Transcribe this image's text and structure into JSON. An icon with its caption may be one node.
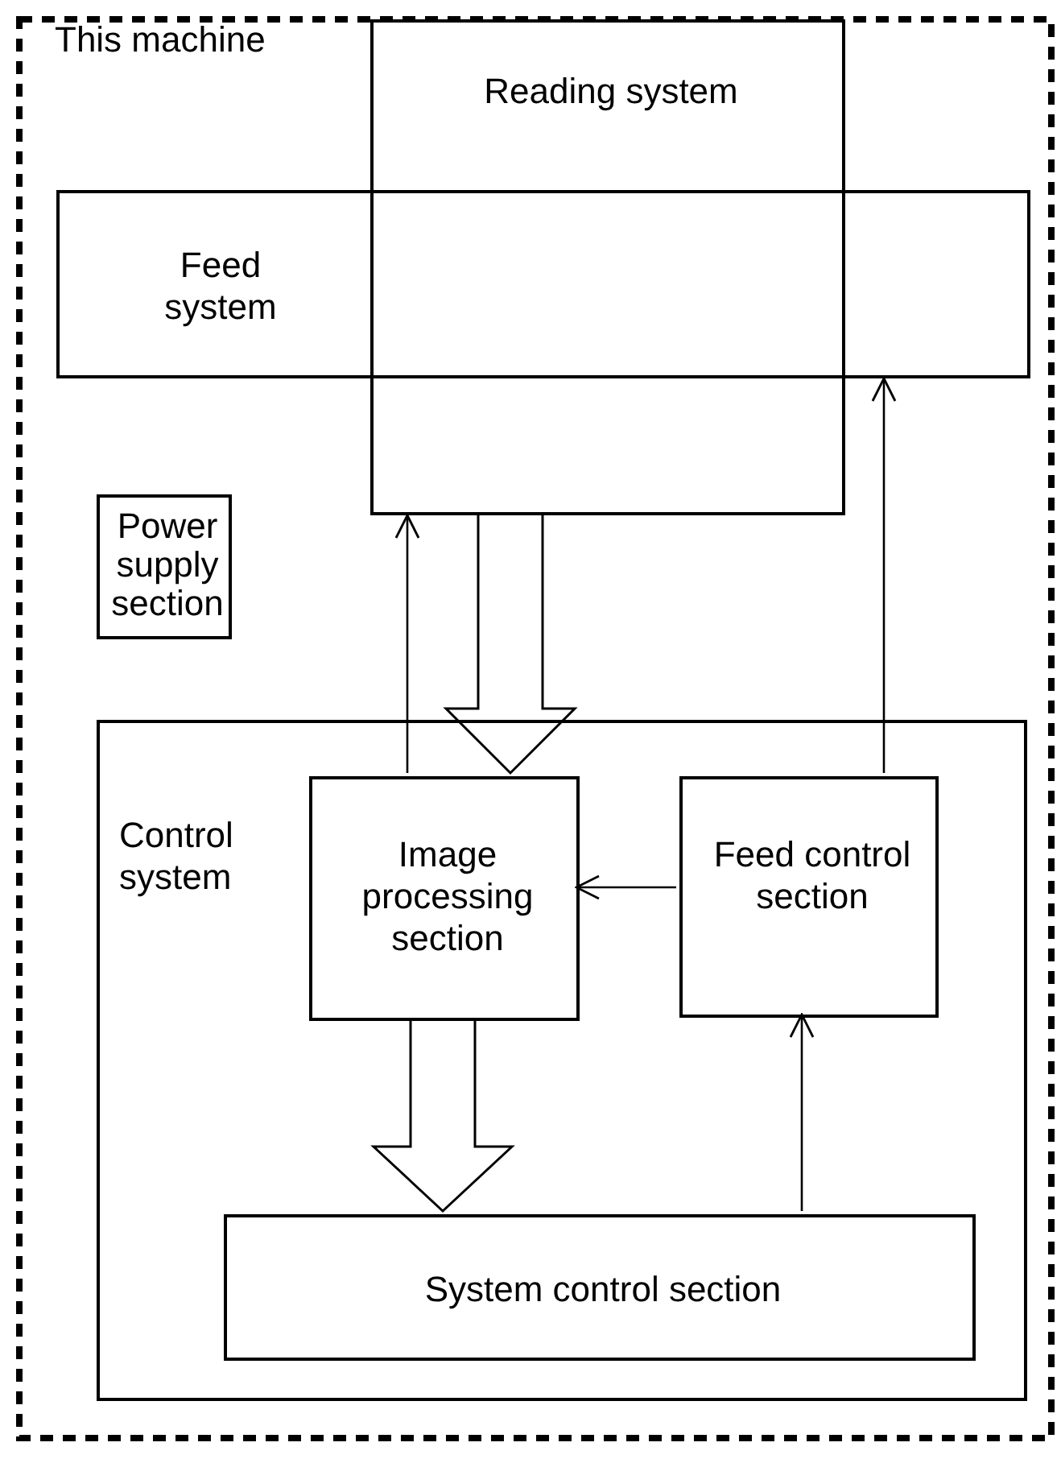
{
  "diagram": {
    "nodes": [
      {
        "text": [
          "This machine"
        ]
      },
      {
        "text": [
          "Reading system"
        ],
        "in": 0
      },
      {
        "text": [
          "Feed system"
        ],
        "in": 0
      },
      {
        "text": [
          "Power supply section"
        ],
        "in": 0
      },
      {
        "text": [
          "Control system"
        ],
        "in": 0
      },
      {
        "text": [
          "Image processing section"
        ],
        "in": 4
      },
      {
        "text": [
          "Feed control section"
        ],
        "in": 4
      },
      {
        "text": [
          "System control section"
        ],
        "in": 4
      }
    ],
    "edges": [
      {
        "from": 5,
        "to": 1,
        "arrow": "to"
      },
      {
        "from": 1,
        "to": 5,
        "arrow": "to",
        "style": "thick"
      },
      {
        "from": 6,
        "to": 2,
        "arrow": "to"
      },
      {
        "from": 6,
        "to": 5,
        "arrow": "to"
      },
      {
        "from": 5,
        "to": 7,
        "arrow": "to",
        "style": "thick"
      },
      {
        "from": 7,
        "to": 6,
        "arrow": "to"
      }
    ]
  }
}
